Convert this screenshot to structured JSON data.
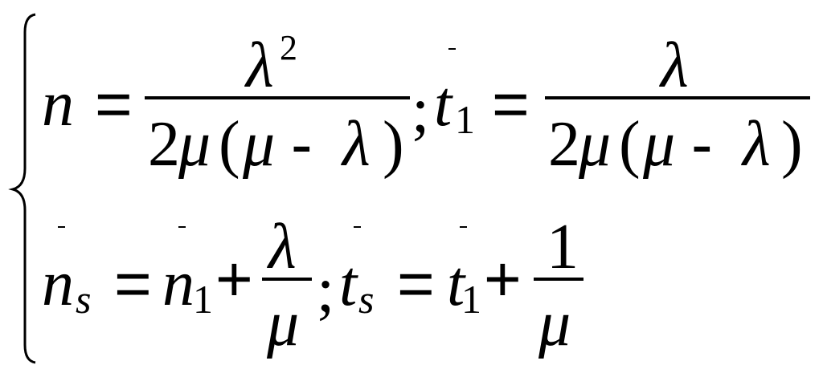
{
  "formula": {
    "lambda": "λ",
    "mu": "μ",
    "two": "2",
    "one": "1",
    "sq": "2",
    "n": "n",
    "t": "t",
    "sub_s": "s",
    "sub_1": "1",
    "eq": "=",
    "plus": "+",
    "minus": "-",
    "semi": ";",
    "lparen": "(",
    "rparen": ")",
    "overbar": "-"
  }
}
